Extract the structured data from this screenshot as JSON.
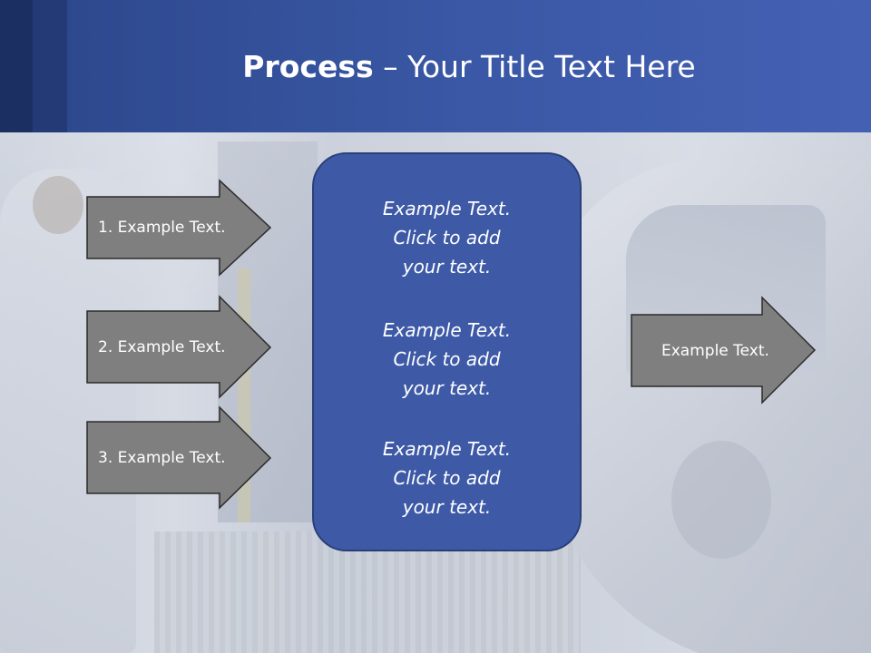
{
  "slide": {
    "title_bold": "Process",
    "title_rest": " – Your Title Text Here"
  },
  "inputs": [
    {
      "label": "1. Example Text."
    },
    {
      "label": "2. Example Text."
    },
    {
      "label": "3. Example Text."
    }
  ],
  "center": [
    {
      "text": "Example Text.\nClick  to add\nyour text."
    },
    {
      "text": "Example Text.\nClick  to add\nyour text."
    },
    {
      "text": "Example Text.\nClick  to add\nyour text."
    }
  ],
  "output": {
    "label": "Example Text."
  },
  "colors": {
    "header": "#3a58a6",
    "box_fill": "#3e5aa7",
    "arrow_fill": "#7f7f7f",
    "arrow_stroke": "#2b2b2b"
  }
}
